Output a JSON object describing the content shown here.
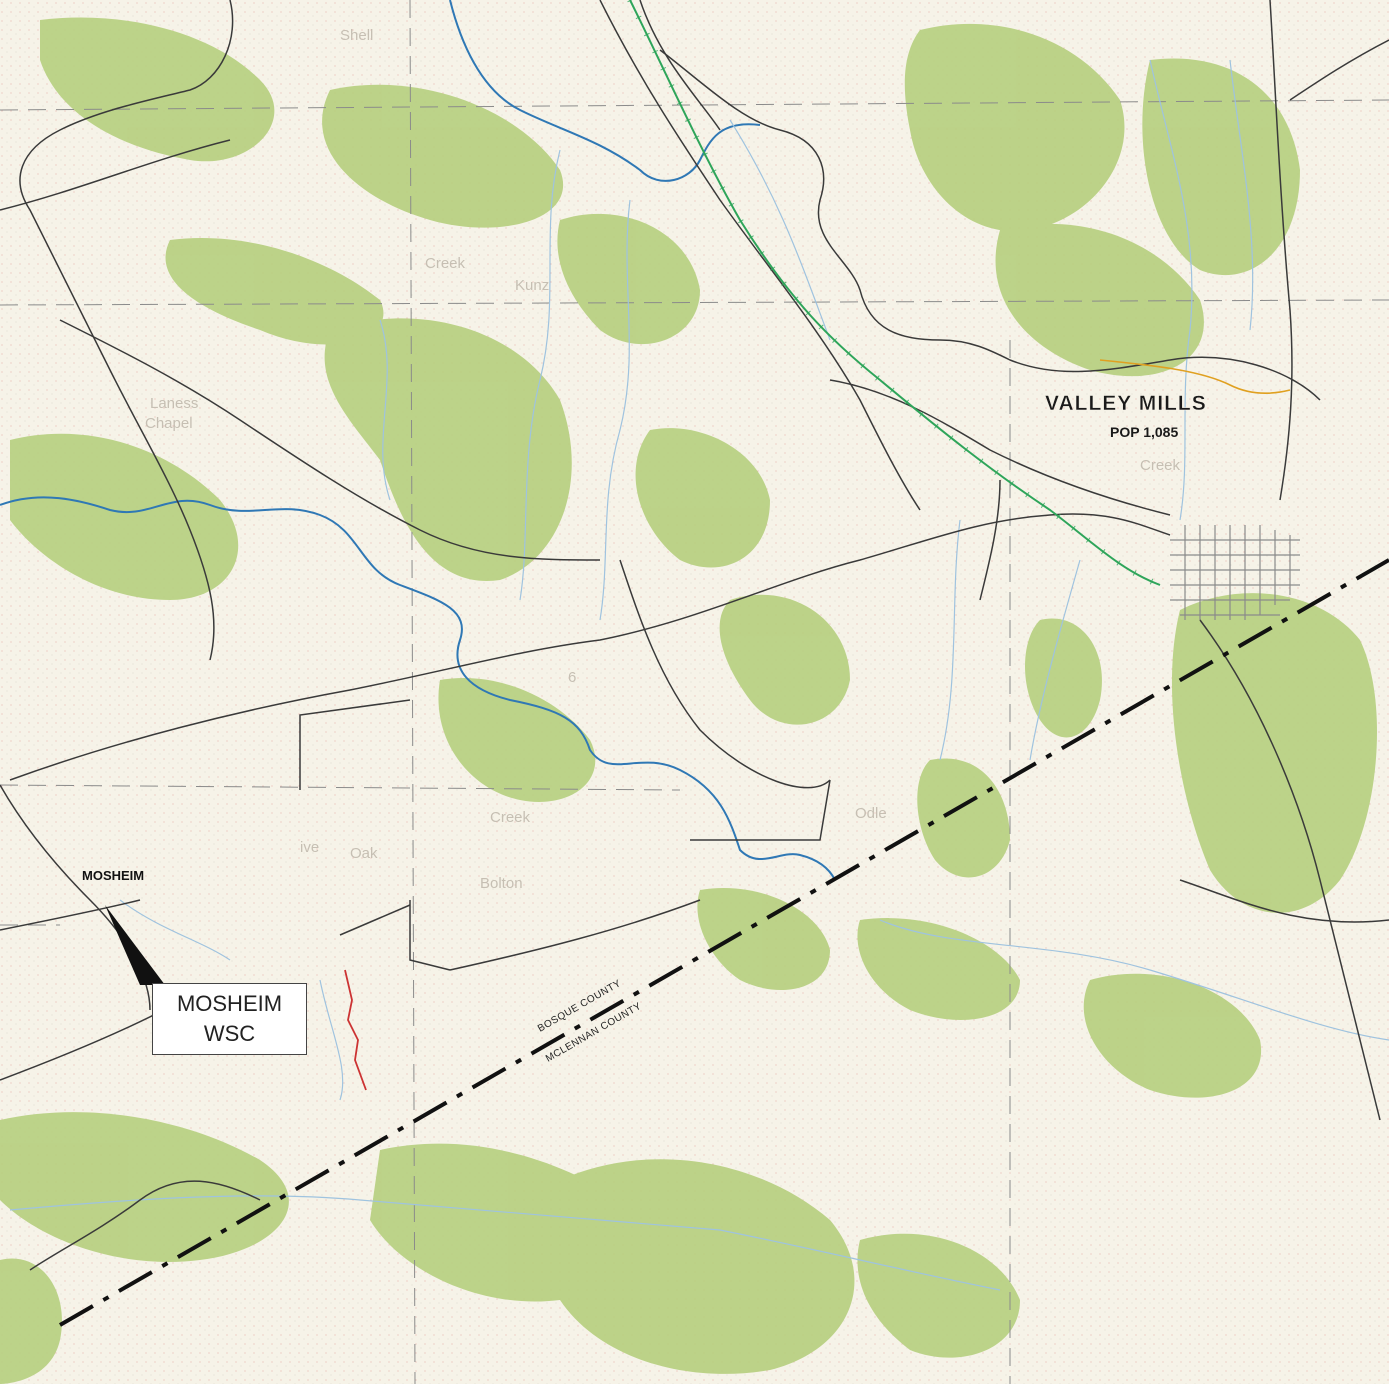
{
  "map": {
    "places": {
      "valley_mills": "VALLEY MILLS",
      "valley_mills_pop": "POP 1,085",
      "mosheim": "MOSHEIM",
      "odle": "Odle",
      "laness_chapel_1": "Laness",
      "laness_chapel_2": "Chapel",
      "shell": "Shell",
      "kunz": "Kunz",
      "bolton": "Bolton"
    },
    "water_labels": {
      "creek_north": "Creek",
      "creek_south": "Creek",
      "live": "ive",
      "oak": "Oak",
      "creek_town": "Creek"
    },
    "roads": {
      "route_6": "6"
    },
    "counties": {
      "north": "BOSQUE COUNTY",
      "south": "MCLENNAN COUNTY"
    },
    "callout": {
      "line1": "MOSHEIM",
      "line2": "WSC"
    },
    "colors": {
      "paper": "#f6f3e8",
      "vegetation": "#b6cf7e",
      "stream": "#2f78b5",
      "road": "#3a3a3a",
      "railroad": "#2ea55a",
      "county_line": "#111111",
      "service_line": "#cc3333",
      "pipeline": "#e0a020"
    }
  }
}
